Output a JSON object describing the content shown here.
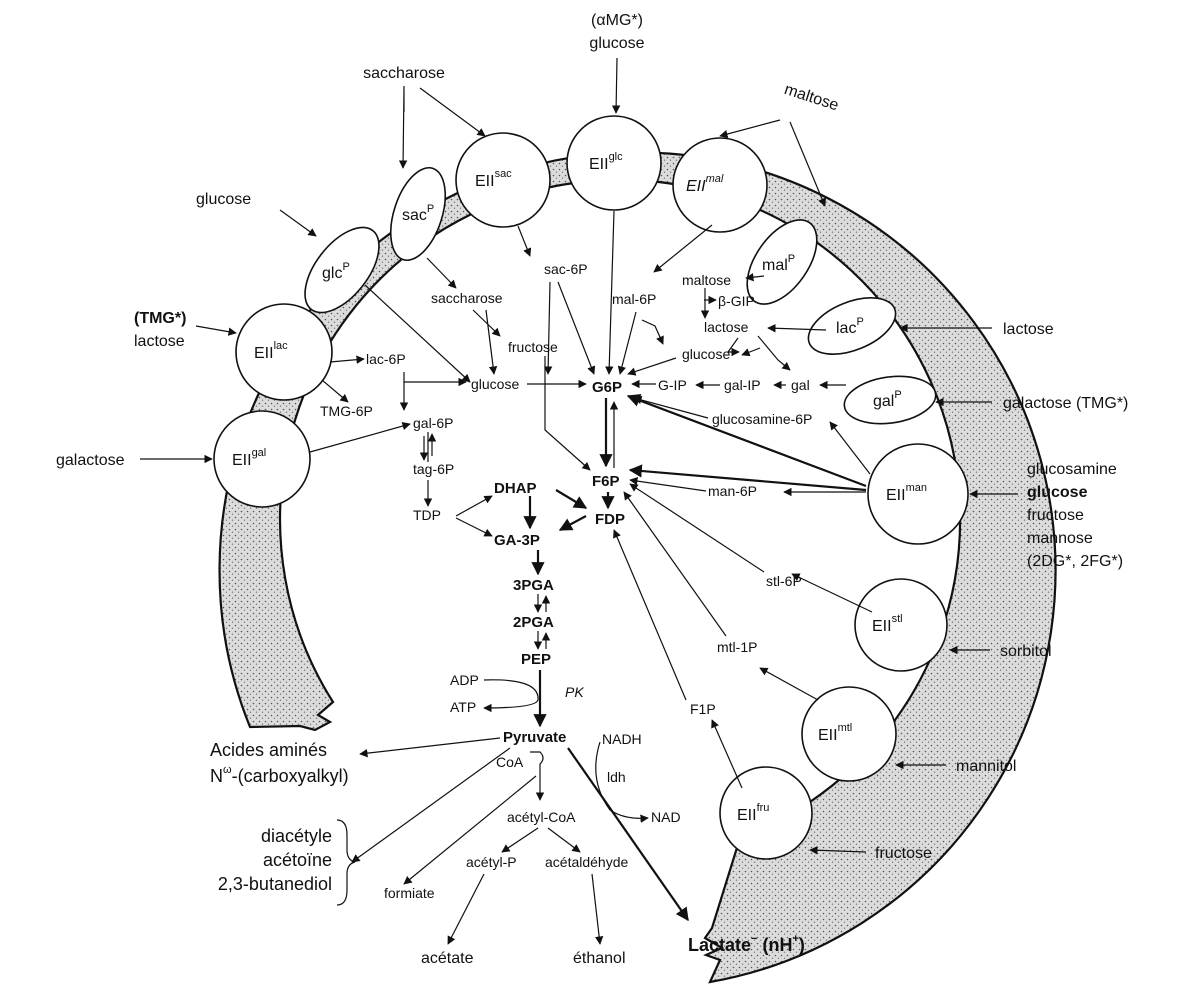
{
  "external": {
    "amg_tag": "(αMG*)",
    "glucose_top": "glucose",
    "saccharose": "saccharose",
    "maltose": "maltose",
    "glucose_left": "glucose",
    "tmg_tag": "(TMG*)",
    "lactose_left": "lactose",
    "galactose_left": "galactose",
    "lactose_right": "lactose",
    "galactose_tmg": "galactose (TMG*)",
    "glucosamine": "glucosamine",
    "glucose_bold": "glucose",
    "fructose_right": "fructose",
    "mannose": "mannose",
    "dg_fg": "(2DG*, 2FG*)",
    "sorbitol": "sorbitol",
    "mannitol": "mannitol",
    "fructose_bottom": "fructose"
  },
  "transporters": {
    "sac": {
      "base": "EII",
      "sup": "sac"
    },
    "glc": {
      "base": "EII",
      "sup": "glc"
    },
    "mal": {
      "base": "EII",
      "sup": "mal"
    },
    "lac": {
      "base": "EII",
      "sup": "lac"
    },
    "gal": {
      "base": "EII",
      "sup": "gal"
    },
    "man": {
      "base": "EII",
      "sup": "man"
    },
    "stl": {
      "base": "EII",
      "sup": "stl"
    },
    "mtl": {
      "base": "EII",
      "sup": "mtl"
    },
    "fru": {
      "base": "EII",
      "sup": "fru"
    },
    "sacP": {
      "base": "sac",
      "sup": "P"
    },
    "glcP": {
      "base": "glc",
      "sup": "P"
    },
    "malP": {
      "base": "mal",
      "sup": "P"
    },
    "lacP": {
      "base": "lac",
      "sup": "P"
    },
    "galP": {
      "base": "gal",
      "sup": "P"
    }
  },
  "internal": {
    "sac6p": "sac-6P",
    "saccharose": "saccharose",
    "fructose": "fructose",
    "mal6p": "mal-6P",
    "maltose": "maltose",
    "bgip": "β-GIP",
    "lactose": "lactose",
    "glucose_mid": "glucose",
    "glucose_left": "glucose",
    "lac6p": "lac-6P",
    "tmg6p": "TMG-6P",
    "gal6p": "gal-6P",
    "tag6p": "tag-6P",
    "tdp": "TDP",
    "g1p": "G-IP",
    "gal1p": "gal-IP",
    "gal": "gal",
    "glucosamine6p": "glucosamine-6P",
    "man6p": "man-6P",
    "stl6p": "stl-6P",
    "mtl1p": "mtl-1P",
    "f1p": "F1P",
    "adp": "ADP",
    "atp": "ATP",
    "pk": "PK",
    "nadh": "NADH",
    "ldh": "ldh",
    "nad": "NAD",
    "coa": "CoA",
    "acetylcoa": "acétyl-CoA",
    "acetylp": "acétyl-P",
    "acetaldehyde": "acétaldéhyde",
    "formiate": "formiate",
    "acetate": "acétate",
    "ethanol": "éthanol"
  },
  "glycolysis": {
    "g6p": "G6P",
    "f6p": "F6P",
    "fdp": "FDP",
    "dhap": "DHAP",
    "ga3p": "GA-3P",
    "pga3": "3PGA",
    "pga2": "2PGA",
    "pep": "PEP",
    "pyruvate": "Pyruvate"
  },
  "products": {
    "acides": "Acides aminés",
    "n_base": "N",
    "n_sup": "ω",
    "n_rest": "-(carboxyalkyl)",
    "diacetyle": "diacétyle",
    "acetoine": "acétoïne",
    "butanediol": "2,3-butanediol",
    "lactate_base": "Lactate",
    "lactate_sup": "−",
    "lactate_rest": " (nH",
    "lactate_sup2": "+",
    "lactate_close": ")"
  }
}
